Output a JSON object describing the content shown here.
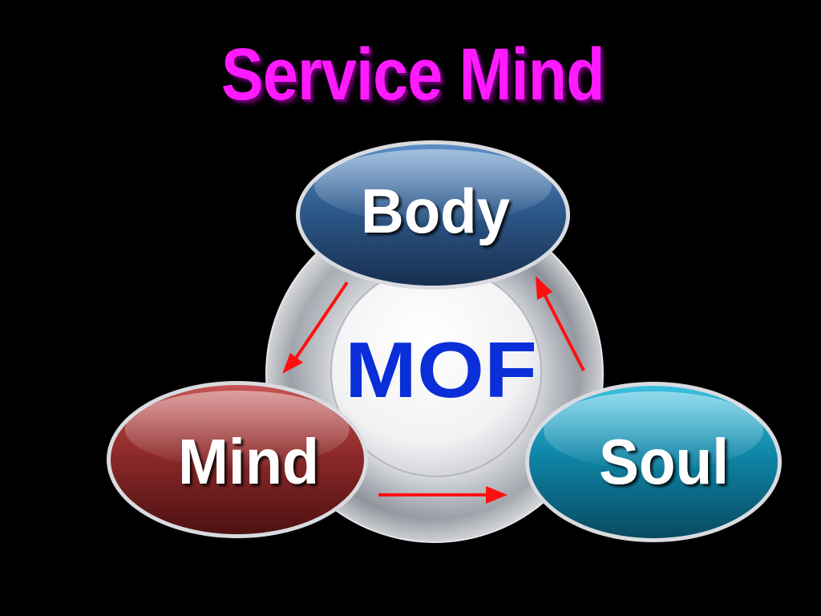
{
  "slide": {
    "title": "Service Mind"
  },
  "diagram": {
    "center": {
      "label": "MOF"
    },
    "nodes": {
      "top": {
        "label": "Body"
      },
      "left": {
        "label": "Mind"
      },
      "right": {
        "label": "Soul"
      }
    }
  },
  "colors": {
    "background": "#000000",
    "title": "#ff1aff",
    "center_text": "#0a2fd8",
    "node_text": "#ffffff",
    "body_node": "#2e5a8c",
    "mind_node": "#8f2a2a",
    "soul_node": "#0f86a8",
    "arrow": "#ff1010"
  }
}
